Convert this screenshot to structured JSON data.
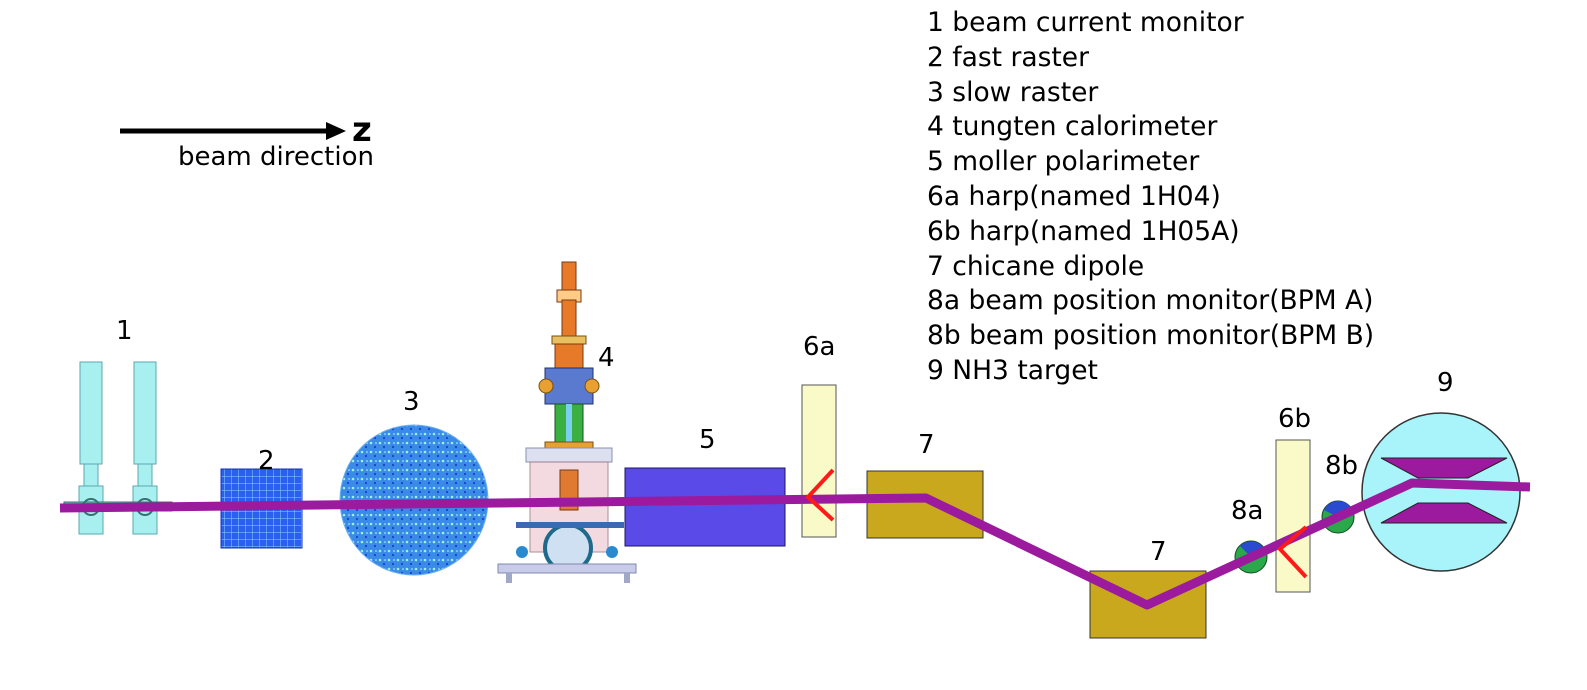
{
  "axis": {
    "symbol": "z",
    "caption": "beam direction"
  },
  "legend": [
    "1 beam current monitor",
    "2 fast raster",
    "3 slow raster",
    "4 tungten calorimeter",
    "5 moller polarimeter",
    "6a harp(named 1H04)",
    "6b harp(named 1H05A)",
    "7 chicane dipole",
    "8a beam position monitor(BPM A)",
    "8b beam position monitor(BPM B)",
    "9 NH3 target"
  ],
  "components": {
    "c1": "1",
    "c2": "2",
    "c3": "3",
    "c4": "4",
    "c5": "5",
    "c6a": "6a",
    "c7a": "7",
    "c7b": "7",
    "c8a": "8a",
    "c6b": "6b",
    "c8b": "8b",
    "c9": "9"
  },
  "colors": {
    "beam": "#9b1a9e",
    "bcm": "#a8f0f0",
    "raster": "#2a5ff0",
    "moller": "#5a4be8",
    "harp": "#fafac8",
    "dipole": "#c9a81e",
    "bpm": "#2aa84a",
    "target": "#a8f4fa",
    "arrow": "#ff1a1a"
  }
}
